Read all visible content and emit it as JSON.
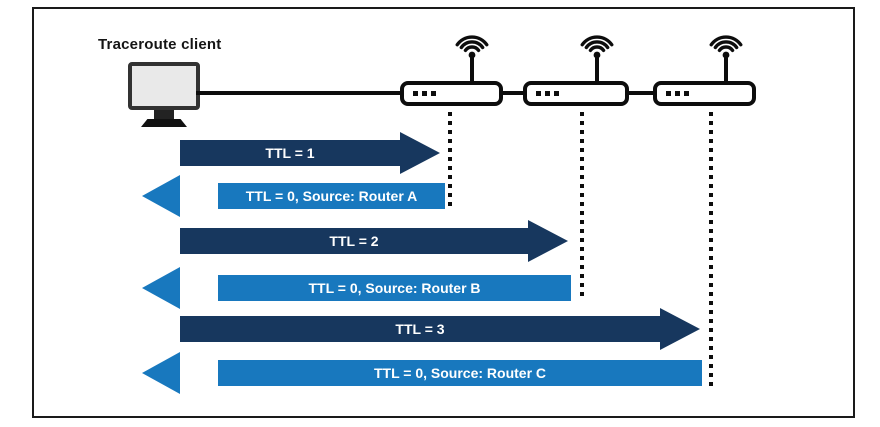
{
  "colors": {
    "probe_arrow": "#17375E",
    "reply_arrow": "#1878BE",
    "outline": "#111111",
    "monitor_screen": "#E9E9E9",
    "background": "#FFFFFF"
  },
  "diagram": {
    "client": {
      "label": "Traceroute client",
      "icon": "monitor-icon"
    },
    "routers": [
      {
        "id": "router-a",
        "icon": "wireless-router-icon",
        "wifi": "wifi-signal-icon"
      },
      {
        "id": "router-b",
        "icon": "wireless-router-icon",
        "wifi": "wifi-signal-icon"
      },
      {
        "id": "router-c",
        "icon": "wireless-router-icon",
        "wifi": "wifi-signal-icon"
      }
    ],
    "messages": [
      {
        "label": "TTL = 1",
        "direction": "right",
        "kind": "probe"
      },
      {
        "label": "TTL = 0, Source: Router A",
        "direction": "left",
        "kind": "icmp-reply"
      },
      {
        "label": "TTL = 2",
        "direction": "right",
        "kind": "probe"
      },
      {
        "label": "TTL = 0, Source: Router B",
        "direction": "left",
        "kind": "icmp-reply"
      },
      {
        "label": "TTL = 3",
        "direction": "right",
        "kind": "probe"
      },
      {
        "label": "TTL = 0, Source: Router C",
        "direction": "left",
        "kind": "icmp-reply"
      }
    ]
  }
}
